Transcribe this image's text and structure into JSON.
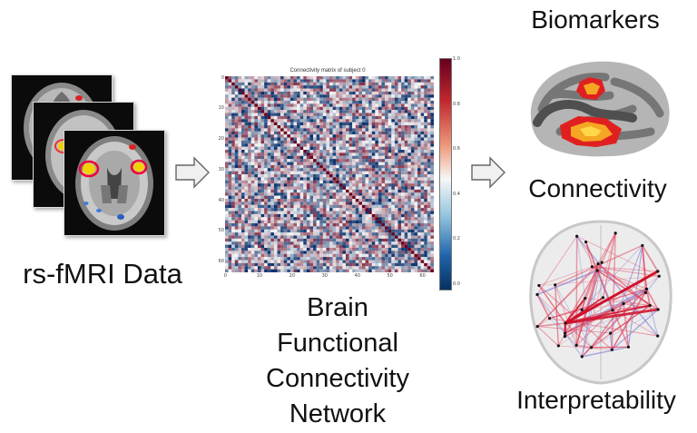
{
  "labels": {
    "rs_fmri": "rs-fMRI Data",
    "network_line1": "Brain",
    "network_line2": "Functional",
    "network_line3": "Connectivity",
    "network_line4": "Network",
    "biomarkers": "Biomarkers",
    "connectivity": "Connectivity",
    "interpretability": "Interpretability"
  },
  "matrix": {
    "title": "Connectivity matrix of subject 0",
    "y_ticks": [
      "0",
      "10",
      "20",
      "30",
      "40",
      "50",
      "60"
    ],
    "x_ticks": [
      "0",
      "10",
      "20",
      "30",
      "40",
      "50",
      "60"
    ],
    "colorbar_ticks": [
      "1.0",
      "0.8",
      "0.6",
      "0.4",
      "0.2",
      "0.0"
    ],
    "colormap": {
      "low": "#1a1a7a",
      "mid": "#f2f2f2",
      "high": "#b8142a"
    }
  },
  "icons": {
    "arrow1": "right-arrow-icon",
    "arrow2": "right-arrow-icon"
  }
}
